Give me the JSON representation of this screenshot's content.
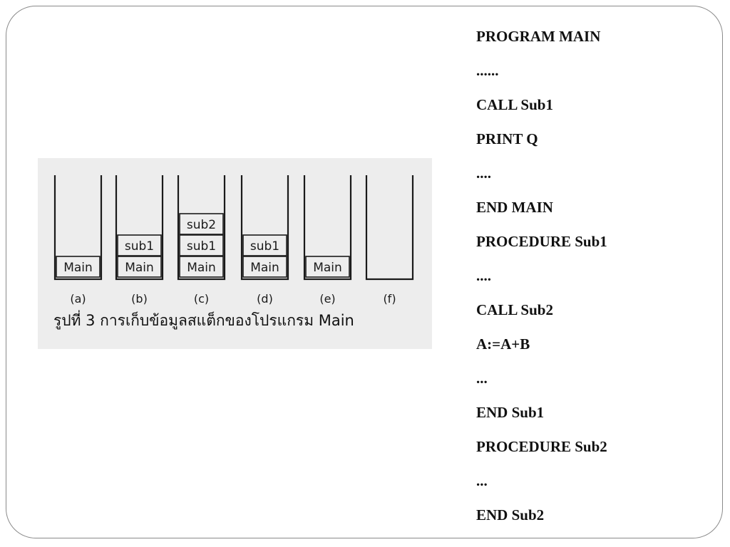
{
  "figure": {
    "stacks": [
      {
        "label": "(a)",
        "frames": [
          "Main"
        ]
      },
      {
        "label": "(b)",
        "frames": [
          "Main",
          "sub1"
        ]
      },
      {
        "label": "(c)",
        "frames": [
          "Main",
          "sub1",
          "sub2"
        ]
      },
      {
        "label": "(d)",
        "frames": [
          "Main",
          "sub1"
        ]
      },
      {
        "label": "(e)",
        "frames": [
          "Main"
        ]
      },
      {
        "label": "(f)",
        "frames": []
      }
    ],
    "caption": "รูปที่ 3 การเก็บข้อมูลสแต็กของโปรแกรม Main"
  },
  "code": [
    "PROGRAM MAIN",
    "......",
    "CALL Sub1",
    "PRINT Q",
    "....",
    "END MAIN",
    "PROCEDURE Sub1",
    "....",
    "CALL Sub2",
    "A:=A+B",
    "...",
    "END Sub1",
    "PROCEDURE Sub2",
    "...",
    "END Sub2"
  ],
  "colors": {
    "figure_background": "#ededed",
    "ink": "#1a1a1a",
    "slide_border": "#8a8a8a"
  }
}
